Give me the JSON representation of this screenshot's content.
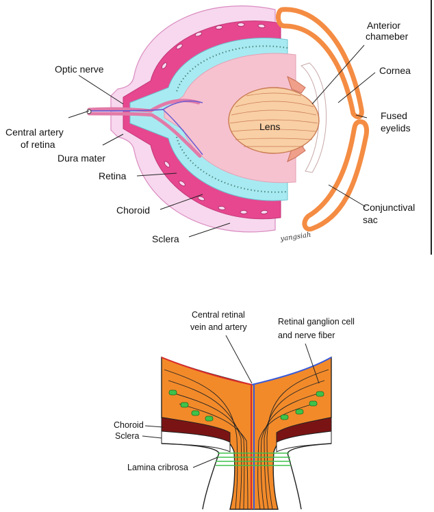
{
  "top_diagram": {
    "labels": {
      "optic_nerve": "Optic nerve",
      "central_artery_1": "Central artery",
      "central_artery_2": "of retina",
      "dura_mater": "Dura mater",
      "retina": "Retina",
      "choroid": "Choroid",
      "sclera": "Sclera",
      "lens": "Lens",
      "anterior_chamber_1": "Anterior",
      "anterior_chamber_2": "chameber",
      "cornea": "Cornea",
      "fused_eyelids_1": "Fused",
      "fused_eyelids_2": "eyelids",
      "conjunctival_sac_1": "Conjunctival",
      "conjunctival_sac_2": "sac"
    },
    "signature": "yangsiah",
    "colors": {
      "sclera": "#f7d8ee",
      "choroid": "#e6478f",
      "retina": "#a8eaf2",
      "vitreous": "#f6c2cf",
      "lens": "#f9cfa5",
      "eyelid": "#f48c43"
    }
  },
  "bottom_diagram": {
    "labels": {
      "central_vessels_1": "Central retinal",
      "central_vessels_2": "vein and artery",
      "ganglion_1": "Retinal ganglion cell",
      "ganglion_2": "and nerve fiber",
      "choroid": "Choroid",
      "sclera": "Sclera",
      "lamina": "Lamina cribrosa"
    },
    "colors": {
      "tissue": "#f28a2a",
      "choroid": "#7a1414",
      "cells": "#3fc24a",
      "vein": "#3a5bd9",
      "artery": "#d92b2b"
    }
  }
}
